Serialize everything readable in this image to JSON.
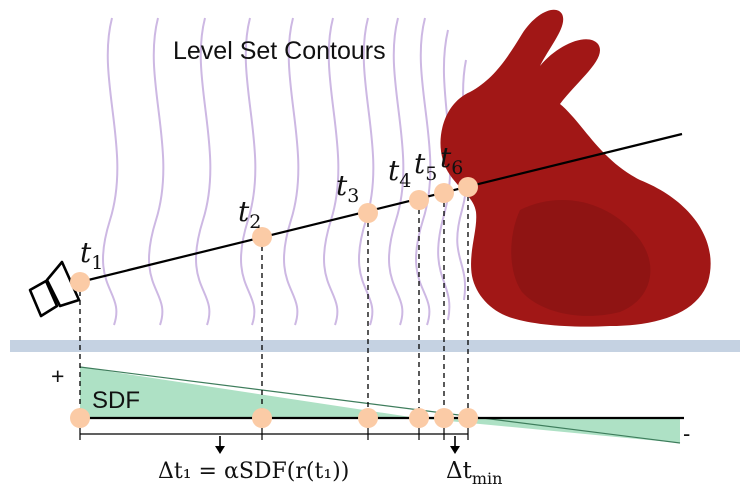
{
  "title": "Level Set Contours",
  "sdf_label": "SDF",
  "sign_plus": "+",
  "sign_minus": "-",
  "samples": [
    {
      "name": "t1",
      "base": "t",
      "sub": "1"
    },
    {
      "name": "t2",
      "base": "t",
      "sub": "2"
    },
    {
      "name": "t3",
      "base": "t",
      "sub": "3"
    },
    {
      "name": "t4",
      "base": "t",
      "sub": "4"
    },
    {
      "name": "t5",
      "base": "t",
      "sub": "5"
    },
    {
      "name": "t6",
      "base": "t",
      "sub": "6"
    }
  ],
  "step_formula": "Δt₁ = αSDF(r(t₁))",
  "min_step": {
    "base": "Δt",
    "sub": "min"
  },
  "colors": {
    "contour": "#cdb8e3",
    "ray": "#000000",
    "sample": "#fbcba6",
    "sdf_fill": "#aee1c5",
    "sdf_stroke": "#3e7d5c",
    "divider": "#c5d2e2",
    "bunny": "#a11716"
  },
  "icons": [
    "camera-icon",
    "bunny-model"
  ]
}
